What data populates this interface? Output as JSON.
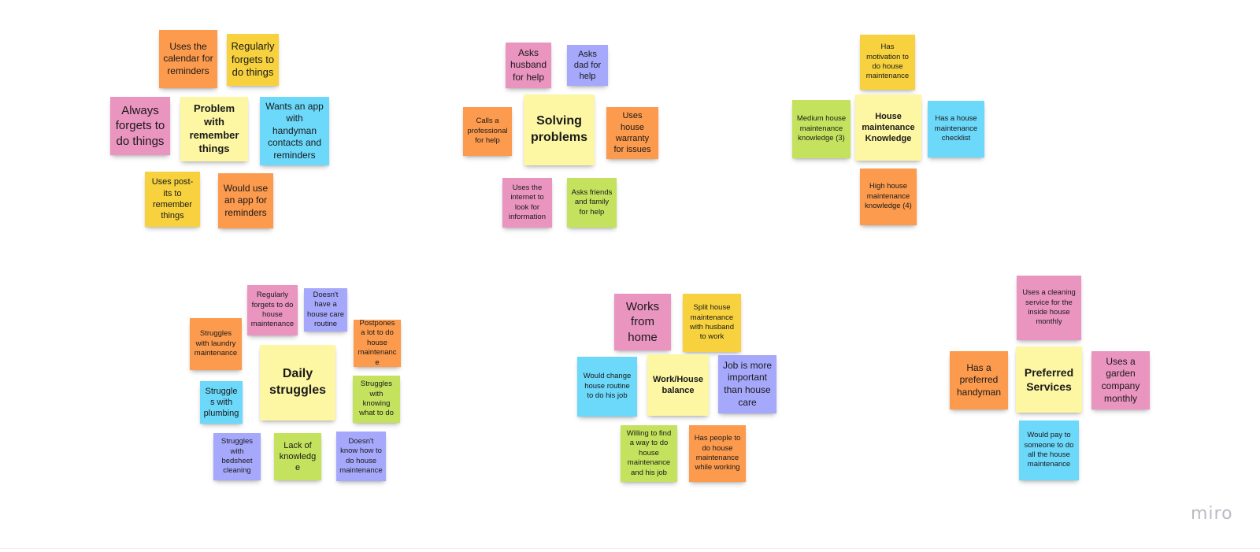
{
  "app": {
    "logo": "miro"
  },
  "colors": {
    "pink": "#ea94c0",
    "orange": "#fc9a4d",
    "yellow": "#f7d23e",
    "light_yellow": "#fdf6a3",
    "cyan": "#6cd8fa",
    "violet": "#a6a8fb",
    "green": "#c5e25e"
  },
  "clusters": {
    "remember": {
      "header": "Problem with remember things",
      "notes": [
        "Uses the calendar for reminders",
        "Regularly forgets to do things",
        "Always forgets to do things",
        "Wants an app with handyman contacts and reminders",
        "Uses post-its to remember things",
        "Would use an app for reminders"
      ]
    },
    "solving": {
      "header": "Solving problems",
      "notes": [
        "Asks husband for help",
        "Asks dad for help",
        "Calls a professional for help",
        "Uses house warranty for issues",
        "Uses the internet to look for information",
        "Asks friends and family for help"
      ]
    },
    "knowledge": {
      "header": "House maintenance Knowledge",
      "notes": [
        "Has motivation to do house maintenance",
        "Medium house maintenance knowledge (3)",
        "Has a house maintenance checklist",
        "High house maintenance knowledge (4)"
      ]
    },
    "daily": {
      "header": "Daily struggles",
      "notes": [
        "Regularly forgets to do house maintenance",
        "Doesn't have a house care routine",
        "Struggles with laundry maintenance",
        "Postpones a lot to do house maintenance",
        "Struggles with plumbing",
        "Struggles with knowing what to do",
        "Struggles with bedsheet cleaning",
        "Lack of knowledge",
        "Doesn't know how to do house maintenance"
      ]
    },
    "work": {
      "header": "Work/House balance",
      "notes": [
        "Works from home",
        "Split house maintenance with husband to work",
        "Would change house routine to do his job",
        "Job is more important than house care",
        "Willing to find a way to do house maintenance and his job",
        "Has people to do house maintenance while working"
      ]
    },
    "services": {
      "header": "Preferred Services",
      "notes": [
        "Uses a cleaning service for the inside house monthly",
        "Has a preferred handyman",
        "Uses a garden company monthly",
        "Would pay to someone to do all the house maintenance"
      ]
    }
  }
}
